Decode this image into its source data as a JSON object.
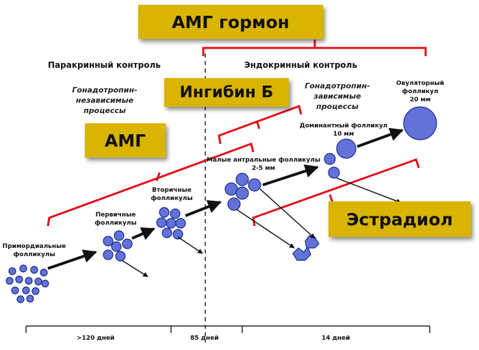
{
  "title": "АМГ гормон",
  "paracrine": "Паракринный контроль",
  "endocrine": "Эндокринный контроль",
  "gonadotropin_independent": [
    "Гонадотропин-",
    "независимые",
    "процессы"
  ],
  "gonadotropin_dependent": [
    "Гонадотропин-",
    "зависимые",
    "процессы"
  ],
  "boxes": {
    "amg": "АМГ",
    "inhibin": "Ингибин Б",
    "estradiol": "Эстрадиол"
  },
  "stages": {
    "primordial": [
      "Примордиальные",
      "фолликулы"
    ],
    "primary": [
      "Первичные",
      "фолликулы"
    ],
    "secondary": [
      "Вторичные",
      "фолликулы"
    ],
    "small_antral": [
      "Малые антральные фолликулы",
      "2-5 мм"
    ],
    "dominant": [
      "Доминантный фолликул",
      "10 мм"
    ],
    "ovulatory": [
      "Овуляторный",
      "фолликул",
      "20 мм"
    ]
  },
  "timeline": [
    ">120 дней",
    "85 дней",
    "14 дней"
  ],
  "colors": {
    "box": "#d9b400",
    "bracket": "#e0101a",
    "follicle": "#6272d8",
    "follicle_stroke": "#1a2a8a"
  }
}
